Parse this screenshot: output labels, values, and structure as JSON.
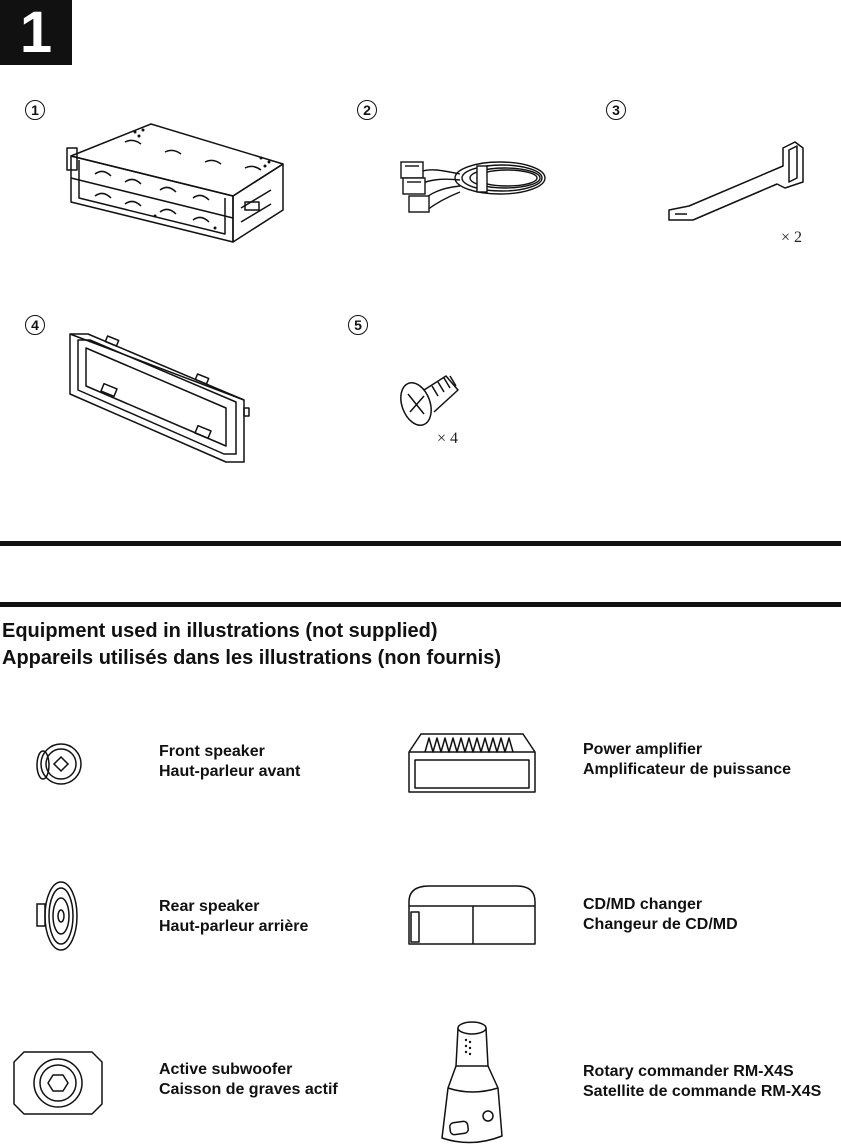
{
  "step": {
    "number": "1"
  },
  "parts": [
    {
      "index": "1",
      "name": "mounting-sleeve"
    },
    {
      "index": "2",
      "name": "power-connecting-lead"
    },
    {
      "index": "3",
      "name": "release-key",
      "quantity": "× 2"
    },
    {
      "index": "4",
      "name": "frame"
    },
    {
      "index": "5",
      "name": "screw",
      "quantity": "× 4"
    }
  ],
  "equipment_section": {
    "heading_en": "Equipment used in illustrations (not supplied)",
    "heading_fr": "Appareils utilisés dans les illustrations (non fournis)"
  },
  "equipment": [
    {
      "en": "Front speaker",
      "fr": "Haut-parleur avant",
      "icon": "front-speaker-icon"
    },
    {
      "en": "Power amplifier",
      "fr": "Amplificateur de puissance",
      "icon": "power-amplifier-icon"
    },
    {
      "en": "Rear speaker",
      "fr": "Haut-parleur arrière",
      "icon": "rear-speaker-icon"
    },
    {
      "en": "CD/MD changer",
      "fr": "Changeur de CD/MD",
      "icon": "cd-md-changer-icon"
    },
    {
      "en": "Active subwoofer",
      "fr": "Caisson de graves actif",
      "icon": "active-subwoofer-icon"
    },
    {
      "en": "Rotary commander RM-X4S",
      "fr": "Satellite de commande RM-X4S",
      "icon": "rotary-commander-icon"
    }
  ]
}
